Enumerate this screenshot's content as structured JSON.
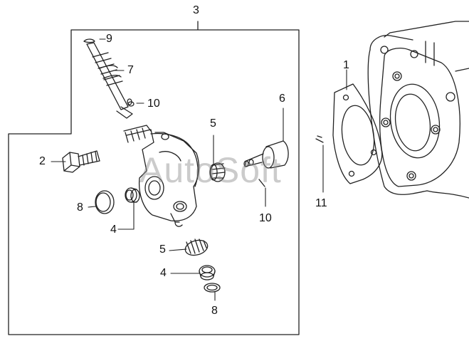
{
  "diagram": {
    "watermark": "AutoSoft",
    "callouts": {
      "c1": "1",
      "c2": "2",
      "c3": "3",
      "c4a": "4",
      "c4b": "4",
      "c5a": "5",
      "c5b": "5",
      "c6": "6",
      "c7": "7",
      "c8a": "8",
      "c8b": "8",
      "c9": "9",
      "c10a": "10",
      "c10b": "10",
      "c11": "11"
    }
  }
}
